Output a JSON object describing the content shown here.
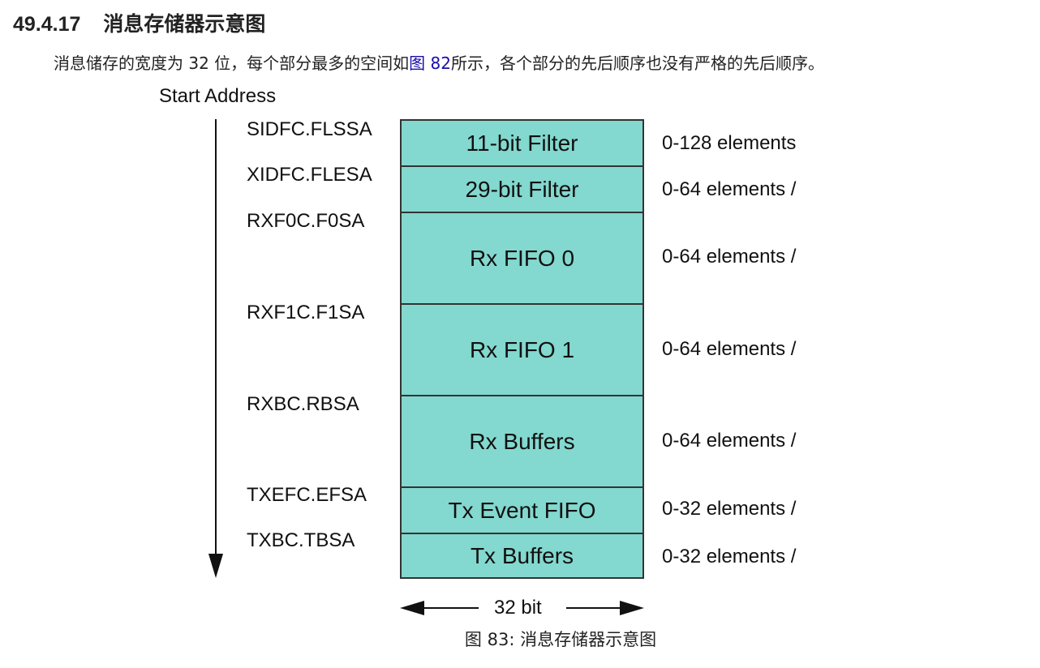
{
  "heading": {
    "number": "49.4.17",
    "title": "消息存储器示意图"
  },
  "paragraph": {
    "before_link": "消息储存的宽度为 32 位，每个部分最多的空间如",
    "link": "图 82",
    "after_link": "所示，各个部分的先后顺序也没有严格的先后顺序。"
  },
  "diagram": {
    "start_label": "Start Address",
    "rows": [
      {
        "address": "SIDFC.FLSSA",
        "section": "11-bit Filter",
        "elements": "0-128 elements"
      },
      {
        "address": "XIDFC.FLESA",
        "section": "29-bit Filter",
        "elements": "0-64 elements /"
      },
      {
        "address": "RXF0C.F0SA",
        "section": "Rx FIFO 0",
        "elements": "0-64 elements /"
      },
      {
        "address": "RXF1C.F1SA",
        "section": "Rx FIFO 1",
        "elements": "0-64 elements /"
      },
      {
        "address": "RXBC.RBSA",
        "section": "Rx Buffers",
        "elements": "0-64 elements /"
      },
      {
        "address": "TXEFC.EFSA",
        "section": "Tx Event FIFO",
        "elements": "0-32 elements /"
      },
      {
        "address": "TXBC.TBSA",
        "section": "Tx Buffers",
        "elements": "0-32 elements /"
      }
    ],
    "width_label": "32 bit",
    "fill_color": "#83d8cf"
  },
  "caption": "图 83: 消息存储器示意图"
}
